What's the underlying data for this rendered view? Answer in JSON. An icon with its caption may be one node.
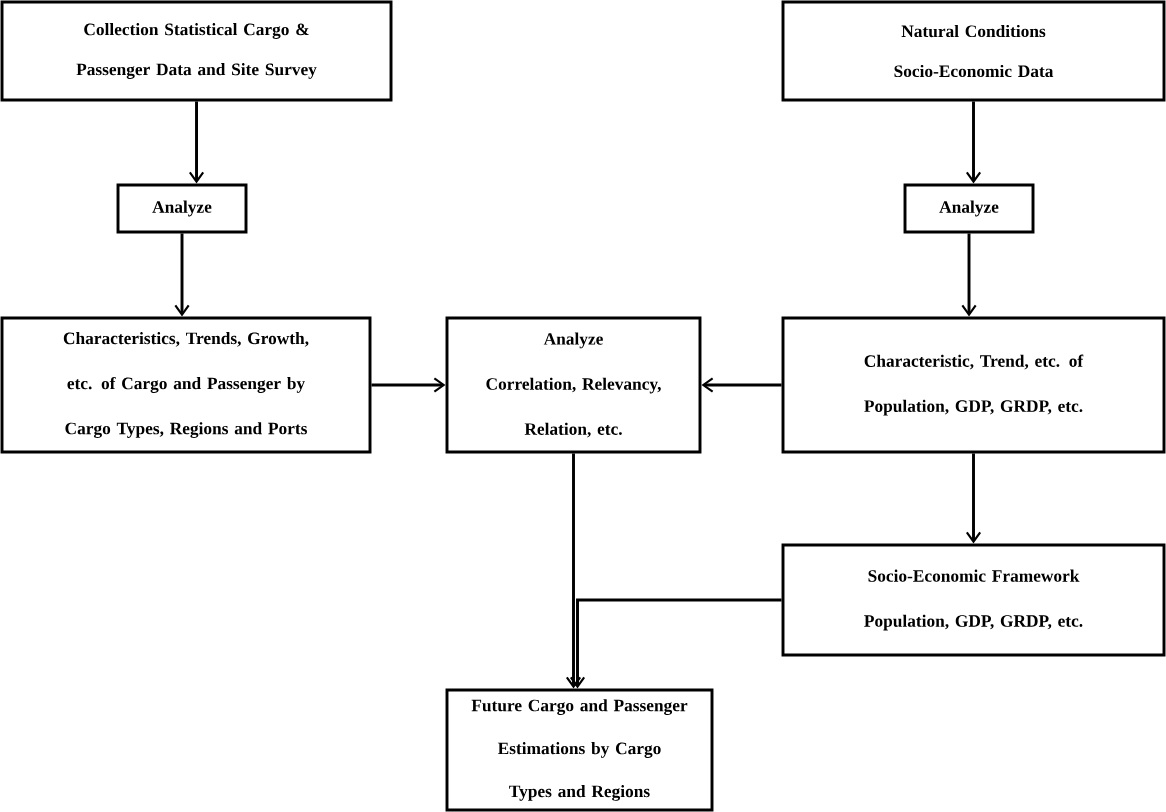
{
  "diagram": {
    "nodes": [
      {
        "text": [
          "Collection Statistical Cargo & Passenger Data and Site Survey"
        ]
      },
      {
        "text": [
          "Analyze"
        ]
      },
      {
        "text": [
          "Characteristics, Trends, Growth, etc. of Cargo and Passenger by Cargo Types, Regions and Ports"
        ]
      },
      {
        "text": [
          "Analyze",
          "Correlation, Relevancy, Relation, etc."
        ]
      },
      {
        "text": [
          "Natural Conditions",
          "Socio-Economic Data"
        ]
      },
      {
        "text": [
          "Analyze"
        ]
      },
      {
        "text": [
          "Characteristic, Trend, etc. of Population, GDP, GRDP, etc."
        ]
      },
      {
        "text": [
          "Socio-Economic Framework",
          "Population, GDP, GRDP, etc."
        ]
      },
      {
        "text": [
          "Future Cargo and Passenger Estimations by Cargo Types and Regions"
        ]
      }
    ],
    "edges": [
      {
        "from": 0,
        "to": 1,
        "arrow": "to"
      },
      {
        "from": 1,
        "to": 2,
        "arrow": "to"
      },
      {
        "from": 4,
        "to": 5,
        "arrow": "to"
      },
      {
        "from": 5,
        "to": 6,
        "arrow": "to"
      },
      {
        "from": 2,
        "to": 3,
        "arrow": "to"
      },
      {
        "from": 6,
        "to": 3,
        "arrow": "to"
      },
      {
        "from": 6,
        "to": 7,
        "arrow": "to"
      },
      {
        "from": 3,
        "to": 8,
        "arrow": "to"
      },
      {
        "from": 7,
        "to": 8,
        "arrow": "to"
      }
    ]
  }
}
